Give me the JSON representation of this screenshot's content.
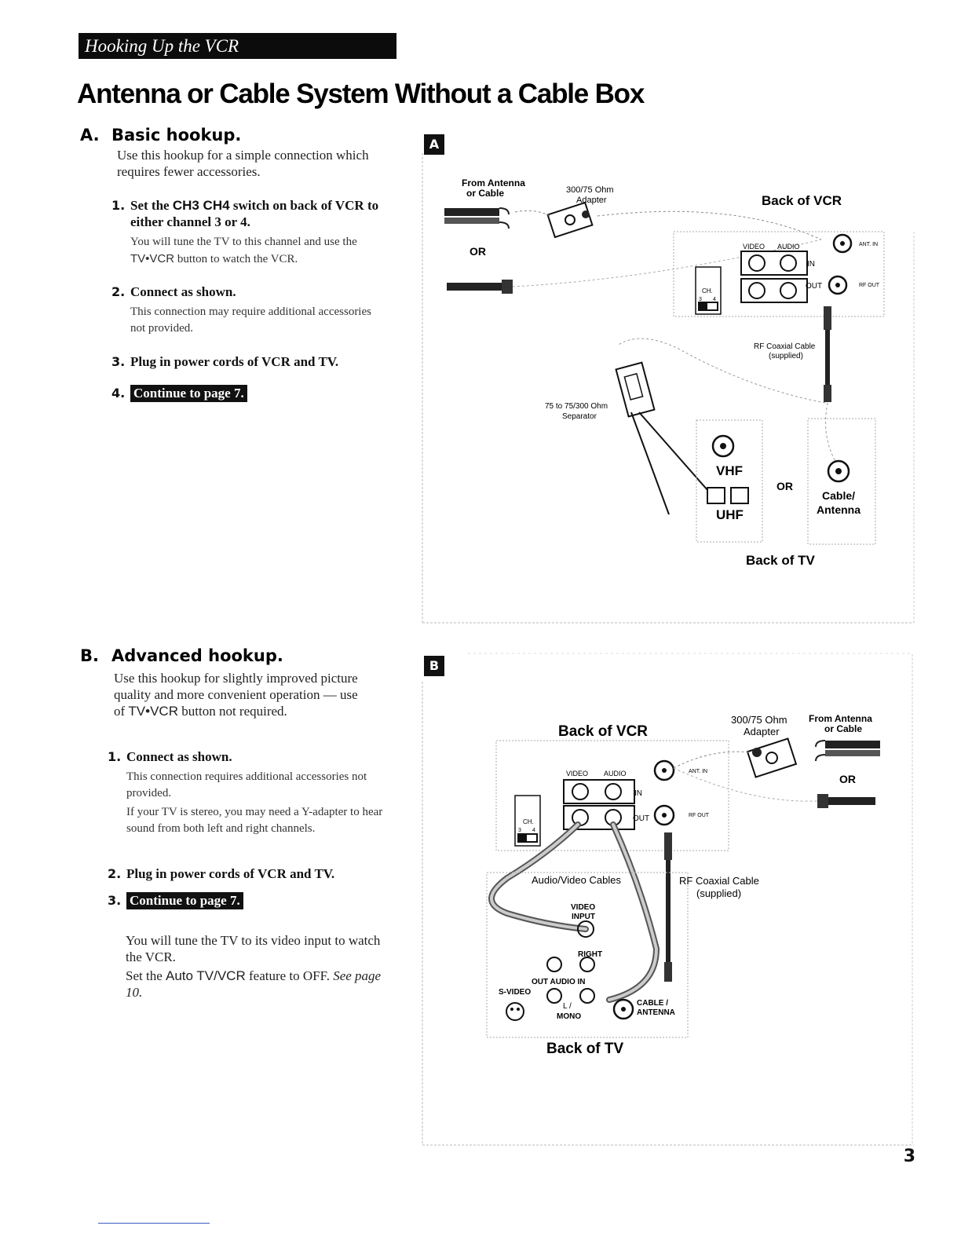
{
  "header": {
    "section_title": "Hooking Up the VCR"
  },
  "page_title": "Antenna or Cable System Without a Cable Box",
  "section_a": {
    "letter": "A.",
    "heading": "Basic hookup.",
    "intro": "Use this hookup for a simple connection which requires fewer accessories.",
    "steps": [
      {
        "num": "1.",
        "title_pre": "Set the ",
        "title_switch": "CH3 CH4",
        "title_post": " switch on back of VCR to either channel 3 or 4.",
        "body_pre": "You will tune the TV to this channel and use the ",
        "body_button": "TV•VCR",
        "body_post": " button to watch the VCR."
      },
      {
        "num": "2.",
        "title": "Connect as shown.",
        "body": "This connection may require additional accessories not provided."
      },
      {
        "num": "3.",
        "title": "Plug in power cords of VCR and TV."
      },
      {
        "num": "4.",
        "link": "Continue to page 7."
      }
    ]
  },
  "section_b": {
    "letter": "B.",
    "heading": "Advanced hookup.",
    "intro_pre": "Use this hookup for slightly improved picture quality and more convenient operation — use of ",
    "intro_button": "TV•VCR",
    "intro_post": " button not required.",
    "steps": [
      {
        "num": "1.",
        "title": "Connect as shown.",
        "body1": "This connection requires additional accessories not provided.",
        "body2": "If your TV is stereo, you may need a Y-adapter to hear sound from both left and right channels."
      },
      {
        "num": "2.",
        "title": "Plug in power cords of VCR and TV."
      },
      {
        "num": "3.",
        "link": "Continue to page 7."
      }
    ],
    "note1": "You will tune the TV to its video input to watch the VCR.",
    "note2_pre": "Set the ",
    "note2_feature": "Auto TV/VCR",
    "note2_mid": " feature to OFF. ",
    "note2_see": "See page 10."
  },
  "figure_a": {
    "badge": "A",
    "from_antenna": "From Antenna",
    "or_cable": "or Cable",
    "adapter_ohm": "300/75 Ohm",
    "adapter": "Adapter",
    "or1": "OR",
    "back_of_vcr": "Back of VCR",
    "video": "VIDEO",
    "audio": "AUDIO",
    "in": "IN",
    "out": "OUT",
    "ant_in": "ANT. IN",
    "rf_out": "RF OUT",
    "ch": "CH.",
    "ch3": "3",
    "ch4": "4",
    "rf_coax": "RF Coaxial Cable",
    "supplied": "(supplied)",
    "separator1": "75 to 75/300 Ohm",
    "separator2": "Separator",
    "vhf": "VHF",
    "uhf": "UHF",
    "or2": "OR",
    "cable_ant1": "Cable/",
    "cable_ant2": "Antenna",
    "back_of_tv": "Back of TV"
  },
  "figure_b": {
    "badge": "B",
    "back_of_vcr": "Back of VCR",
    "adapter_ohm": "300/75 Ohm",
    "adapter": "Adapter",
    "from_antenna": "From Antenna",
    "or_cable": "or Cable",
    "or": "OR",
    "video": "VIDEO",
    "audio": "AUDIO",
    "in": "IN",
    "out": "OUT",
    "ant_in": "ANT. IN",
    "rf_out": "RF OUT",
    "ch": "CH.",
    "ch3": "3",
    "ch4": "4",
    "av_cables": "Audio/Video Cables",
    "rf_coax": "RF Coaxial Cable",
    "supplied": "(supplied)",
    "video_input1": "VIDEO",
    "video_input2": "INPUT",
    "right": "RIGHT",
    "out_audio_in": "OUT  AUDIO  IN",
    "svideo": "S-VIDEO",
    "l_mono1": "L /",
    "l_mono2": "MONO",
    "cable1": "CABLE /",
    "cable2": "ANTENNA",
    "back_of_tv": "Back of TV"
  },
  "page_number": "3"
}
